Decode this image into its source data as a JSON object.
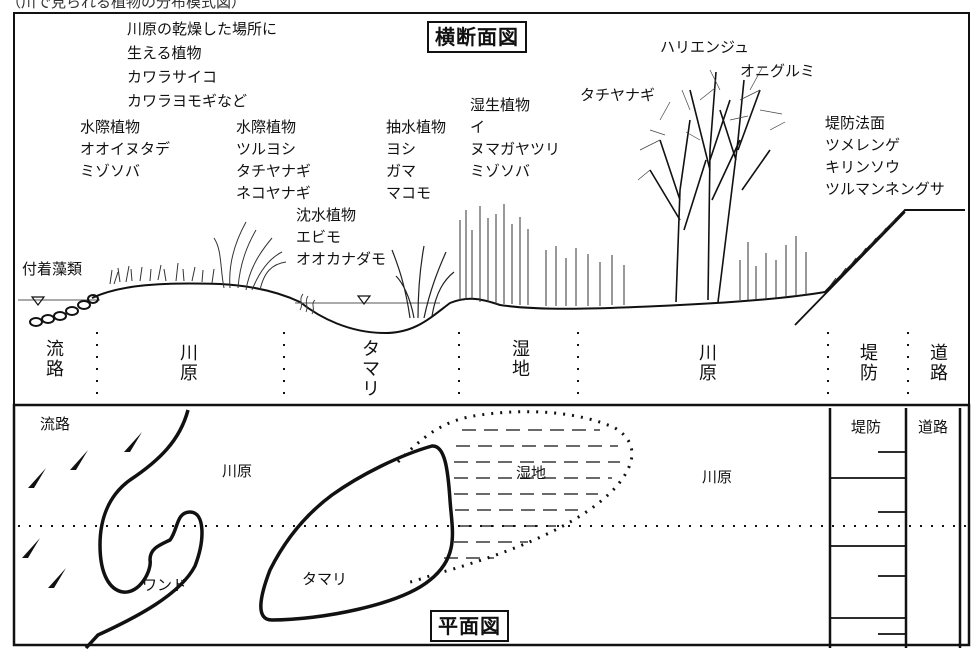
{
  "caption": "（川で見られる植物の分布模式図）",
  "cross_section": {
    "title": "横断面図",
    "labels": {
      "attached_algae": "付着藻類",
      "waterside_left": [
        "水際植物",
        "オオイヌタデ",
        "ミゾソバ"
      ],
      "dry_riverbed": [
        "川原の乾燥した場所に",
        "生える植物",
        "カワラサイコ",
        "カワラヨモギなど"
      ],
      "waterside_mid": [
        "水際植物",
        "ツルヨシ",
        "タチヤナギ",
        "ネコヤナギ"
      ],
      "submerged": [
        "沈水植物",
        "エビモ",
        "オオカナダモ"
      ],
      "emergent": [
        "抽水植物",
        "ヨシ",
        "ガマ",
        "マコモ"
      ],
      "wet_plants": [
        "湿生植物",
        "イ",
        "ヌマガヤツリ",
        "ミゾソバ"
      ],
      "tachiyanagi": "タチヤナギ",
      "harienju": "ハリエンジュ",
      "onigurumi": "オニグルミ",
      "levee_slope": [
        "堤防法面",
        "ツメレンゲ",
        "キリンソウ",
        "ツルマンネングサ"
      ]
    },
    "zones": [
      {
        "label": "流路"
      },
      {
        "label": "川原"
      },
      {
        "label": "タマリ"
      },
      {
        "label": "湿地"
      },
      {
        "label": "川原"
      },
      {
        "label": "堤防"
      },
      {
        "label": "道路"
      }
    ]
  },
  "plan_view": {
    "title": "平面図",
    "labels": {
      "channel": "流路",
      "riverbed_left": "川原",
      "wando": "ワンド",
      "tamari": "タマリ",
      "wetland": "湿地",
      "riverbed_right": "川原",
      "levee": "堤防",
      "road": "道路"
    }
  }
}
